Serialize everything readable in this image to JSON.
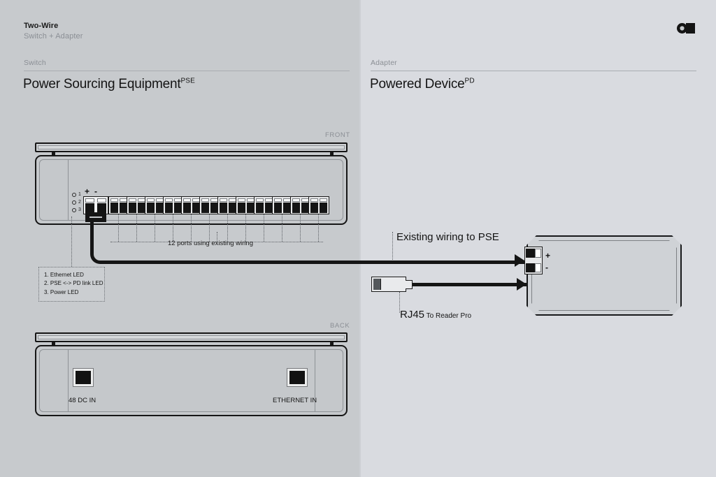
{
  "brand": {
    "title": "Two-Wire",
    "subtitle": "Switch + Adapter",
    "logo_icon": "circle-square-logo-icon"
  },
  "left_panel": {
    "section_label": "Switch",
    "title": "Power Sourcing Equipment",
    "title_superscript": "PSE",
    "front_view_tag": "FRONT",
    "back_view_tag": "BACK",
    "terminal": {
      "plus": "+",
      "minus": "-"
    },
    "led_numbers": [
      "1",
      "2",
      "3"
    ],
    "ports_caption": "12 ports using existing wiring",
    "port_count": 12,
    "legend": [
      "1. Ethernet LED",
      "2. PSE <-> PD link LED",
      "3. Power LED"
    ],
    "back_ports": [
      {
        "label": "48 DC IN"
      },
      {
        "label": "ETHERNET IN"
      }
    ]
  },
  "right_panel": {
    "section_label": "Adapter",
    "title": "Powered Device",
    "title_superscript": "PD",
    "wiring_callout": "Existing wiring to PSE",
    "rj45_callout": "RJ45",
    "rj45_callout_small": "To Reader Pro",
    "terminal": {
      "plus": "+",
      "minus": "-"
    }
  },
  "colors": {
    "panel_left_bg": "#c7cacd",
    "panel_right_bg": "#d9dbe0",
    "ink": "#141414",
    "muted": "#8b8f95",
    "cable": "#151515"
  }
}
